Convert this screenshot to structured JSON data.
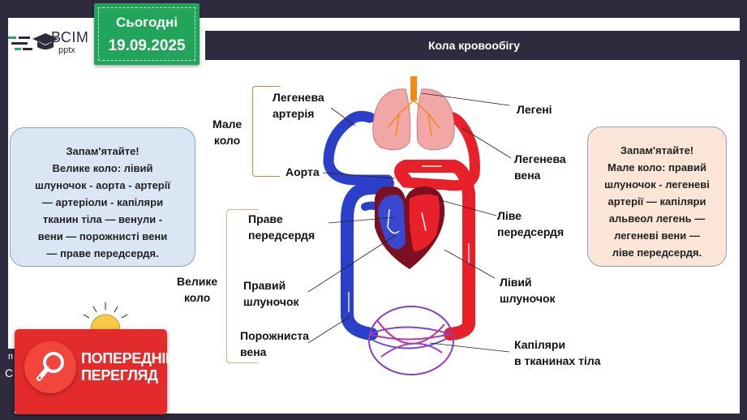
{
  "header": {
    "logo_text": "ВСІМ",
    "logo_sub": "pptx",
    "date_label": "Сьогодні",
    "date_value": "19.09.2025",
    "slide_title": "Кола кровообігу"
  },
  "notes": {
    "left": {
      "lines": [
        "Запам'ятайте!",
        "Велике коло: лівий",
        "шлуночок - аорта - артерії",
        "— артеріоли - капіляри",
        "тканин тіла — венули -",
        "вени — порожнисті вени",
        "— праве передсердя."
      ]
    },
    "right": {
      "lines": [
        "Запам'ятайте!",
        "Мале коло: правий",
        "шлуночок - легеневі",
        "артерії — капіляри",
        "альвеол легень —",
        "легеневі вени —",
        "ліве передсердя."
      ]
    }
  },
  "diagram": {
    "circle_labels": {
      "small": [
        "Мале",
        "коло"
      ],
      "large": [
        "Велике",
        "коло"
      ]
    },
    "left_labels": {
      "pulmonary_artery": [
        "Легенева",
        "артерія"
      ],
      "aorta": "Аорта",
      "right_atrium": [
        "Праве",
        "передсердя"
      ],
      "right_ventricle": [
        "Правий",
        "шлуночок"
      ],
      "vena_cava": [
        "Порожниста",
        "вена"
      ]
    },
    "right_labels": {
      "lungs": "Легені",
      "pulmonary_vein": [
        "Легенева",
        "вена"
      ],
      "left_atrium": [
        "Ліве",
        "передсердя"
      ],
      "left_ventricle": [
        "Лівий",
        "шлуночок"
      ],
      "capillaries": [
        "Капіляри",
        "в тканинах тіла"
      ]
    },
    "colors": {
      "venous": "#2b3fc8",
      "arterial": "#e8202a",
      "lungs": "#f2a7a7",
      "trachea": "#f28a1a",
      "heart_dark": "#7a1020"
    }
  },
  "preview_badge": {
    "line1": "ПОПЕРЕДНІЙ",
    "line2": "ПЕРЕГЛЯД"
  },
  "side_fragment": {
    "text1": "п",
    "text2": "С"
  }
}
